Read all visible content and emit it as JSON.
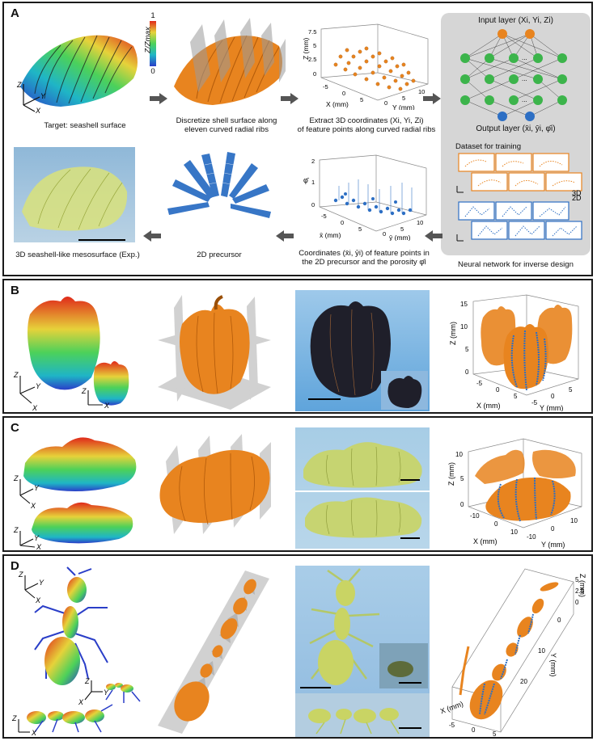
{
  "panels": {
    "a": {
      "letter": "A",
      "colorbar": {
        "max": "1",
        "min": "0",
        "label": "Z/Zmax"
      },
      "captions": {
        "target": "Target: seashell surface",
        "discretize_1": "Discretize shell surface along",
        "discretize_2": "eleven curved radial ribs",
        "extract_1": "Extract 3D coordinates (Xi, Yi, Zi)",
        "extract_2": "of feature points along curved radial ribs",
        "mesosurface": "3D seashell-like mesosurface (Exp.)",
        "precursor": "2D precursor",
        "coords_1": "Coordinates (x̄i, ȳi) of feature points in",
        "coords_2": "the 2D precursor and the porosity φ̄i",
        "nn": "Neural network for inverse design"
      },
      "network": {
        "input_layer": "Input layer (Xi, Yi, Zi)",
        "output_layer": "Output layer (x̄i, ȳi, φ̄i)",
        "ellipsis": "...",
        "dataset_title": "Dataset for training",
        "tag_3d": "3D",
        "tag_2d": "2D"
      },
      "plot3d": {
        "z_label": "Z (mm)",
        "x_label": "X (mm)",
        "y_label": "Y (mm)",
        "z_ticks": [
          "0",
          "2.5",
          "5",
          "7.5"
        ],
        "x_ticks": [
          "-5",
          "0",
          "5"
        ],
        "y_ticks": [
          "0",
          "5",
          "10"
        ]
      },
      "plot2d": {
        "z_label": "φ̄",
        "x_label": "x̄ (mm)",
        "y_label": "ȳ (mm)",
        "z_ticks": [
          "0",
          "1",
          "2"
        ],
        "x_ticks": [
          "-5",
          "0",
          "5"
        ],
        "y_ticks": [
          "0",
          "5",
          "10"
        ]
      },
      "axes": {
        "z": "Z",
        "y": "Y",
        "x": "X"
      }
    },
    "b": {
      "letter": "B",
      "plot": {
        "z_label": "Z (mm)",
        "x_label": "X (mm)",
        "y_label": "Y (mm)",
        "z_ticks": [
          "0",
          "5",
          "10",
          "15"
        ],
        "x_ticks": [
          "-5",
          "0",
          "5"
        ],
        "y_ticks": [
          "-5",
          "0",
          "5"
        ]
      },
      "axes": {
        "z": "Z",
        "y": "Y",
        "x": "X"
      }
    },
    "c": {
      "letter": "C",
      "plot": {
        "z_label": "Z (mm)",
        "x_label": "X (mm)",
        "y_label": "Y (mm)",
        "z_ticks": [
          "0",
          "5",
          "10"
        ],
        "x_ticks": [
          "-10",
          "0",
          "10"
        ],
        "y_ticks": [
          "-10",
          "0",
          "10"
        ]
      },
      "axes": {
        "z": "Z",
        "y": "Y",
        "x": "X"
      }
    },
    "d": {
      "letter": "D",
      "plot": {
        "z_label": "Z (mm)",
        "x_label": "X (mm)",
        "y_label": "Y (mm)",
        "z_ticks": [
          "0",
          "2.5",
          "5"
        ],
        "x_ticks": [
          "-5",
          "0",
          "5"
        ],
        "y_ticks": [
          "0",
          "10",
          "20"
        ]
      },
      "axes": {
        "z": "Z",
        "y": "Y",
        "x": "X"
      }
    }
  },
  "colors": {
    "orange": "#e8841f",
    "blue": "#2d6fc4",
    "green": "#3cb44b",
    "nn_bg": "#d6d6d6",
    "border": "#1a1a1a"
  }
}
